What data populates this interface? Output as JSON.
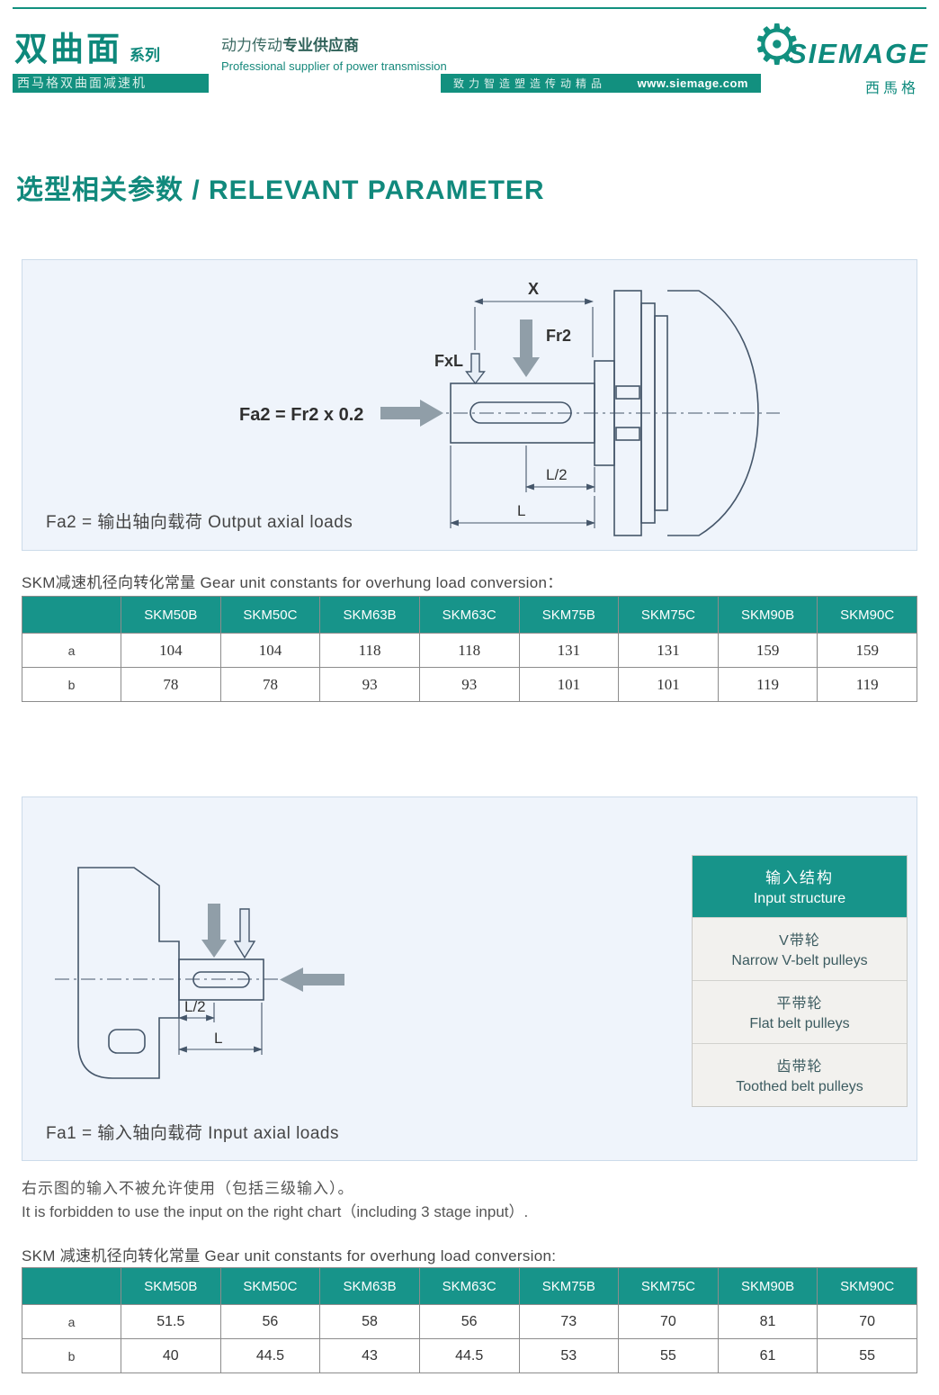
{
  "header": {
    "series_title": "双曲面",
    "series_tag": "系列",
    "series_bar": "西马格双曲面减速机",
    "supplier_cn_regular": "动力传动",
    "supplier_cn_bold": "专业供应商",
    "supplier_en": "Professional supplier of power transmission",
    "tagline": "致力智造塑造传动精品",
    "website": "www.siemage.com",
    "brand": "SIEMAGE",
    "brand_cn": "西馬格"
  },
  "icons": {
    "gear": "⚙"
  },
  "page_title": "选型相关参数 / RELEVANT PARAMETER",
  "diagram_output": {
    "dim_x": "X",
    "force_fr2": "Fr2",
    "force_fxl": "FxL",
    "formula": "Fa2 = Fr2 x 0.2",
    "dim_l2": "L/2",
    "dim_l": "L",
    "caption": "Fa2 = 输出轴向载荷  Output axial loads"
  },
  "table1": {
    "title": "SKM减速机径向转化常量  Gear unit constants for overhung load conversion：",
    "columns": [
      "SKM50B",
      "SKM50C",
      "SKM63B",
      "SKM63C",
      "SKM75B",
      "SKM75C",
      "SKM90B",
      "SKM90C"
    ],
    "rows": [
      {
        "label": "a",
        "values": [
          "104",
          "104",
          "118",
          "118",
          "131",
          "131",
          "159",
          "159"
        ]
      },
      {
        "label": "b",
        "values": [
          "78",
          "78",
          "93",
          "93",
          "101",
          "101",
          "119",
          "119"
        ]
      }
    ]
  },
  "diagram_input": {
    "dim_l2": "L/2",
    "dim_l": "L",
    "caption": "Fa1 = 输入轴向载荷 Input axial loads",
    "input_structure": {
      "title_cn": "输入结构",
      "title_en": "Input structure",
      "rows": [
        {
          "cn": "V带轮",
          "en": "Narrow V-belt pulleys"
        },
        {
          "cn": "平带轮",
          "en": "Flat belt pulleys"
        },
        {
          "cn": "齿带轮",
          "en": "Toothed belt pulleys"
        }
      ]
    }
  },
  "notes": {
    "cn": "右示图的输入不被允许使用（包括三级输入）。",
    "en": "It is forbidden to use the input on the right chart（including 3 stage input）."
  },
  "table2": {
    "title": "SKM 减速机径向转化常量 Gear unit constants for overhung load conversion:",
    "columns": [
      "SKM50B",
      "SKM50C",
      "SKM63B",
      "SKM63C",
      "SKM75B",
      "SKM75C",
      "SKM90B",
      "SKM90C"
    ],
    "rows": [
      {
        "label": "a",
        "values": [
          "51.5",
          "56",
          "58",
          "56",
          "73",
          "70",
          "81",
          "70"
        ]
      },
      {
        "label": "b",
        "values": [
          "40",
          "44.5",
          "43",
          "44.5",
          "53",
          "55",
          "61",
          "55"
        ]
      }
    ]
  },
  "colors": {
    "teal": "#12907f",
    "table_header": "#17948a",
    "panel_bg": "#eff4fb"
  }
}
